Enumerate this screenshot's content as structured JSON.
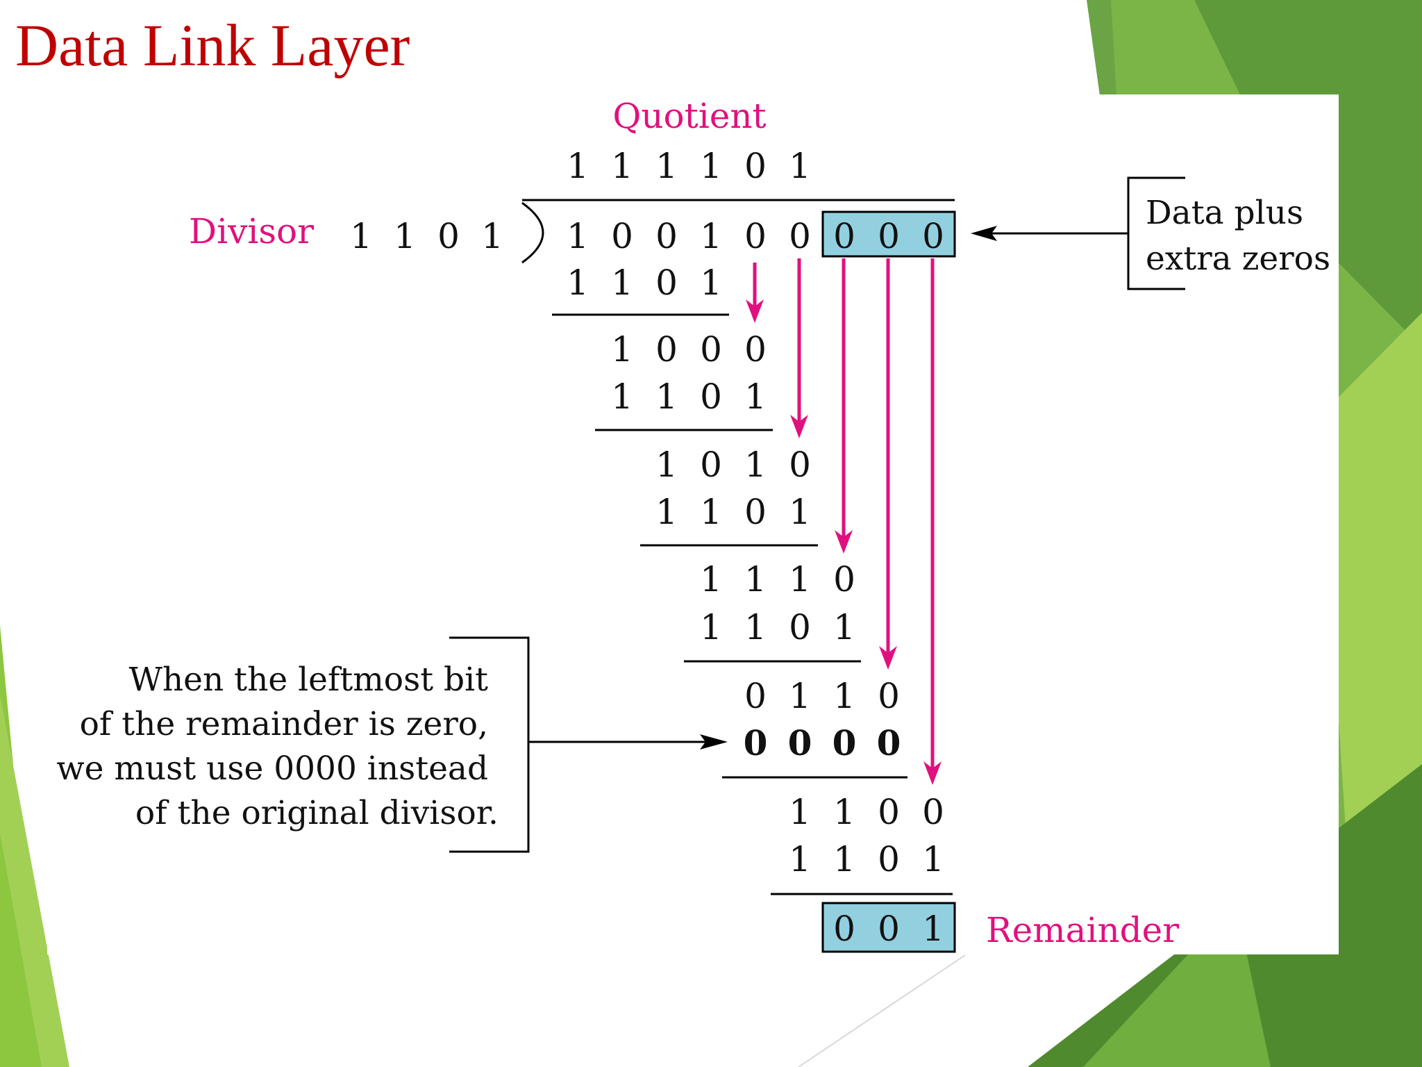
{
  "title": "Data Link Layer",
  "diagram": {
    "quotient_label": "Quotient",
    "quotient_bits": [
      "1",
      "1",
      "1",
      "1",
      "0",
      "1"
    ],
    "divisor_label": "Divisor",
    "divisor_bits": [
      "1",
      "1",
      "0",
      "1"
    ],
    "dividend_bits": [
      "1",
      "0",
      "0",
      "1",
      "0",
      "0"
    ],
    "extra_zero_bits": [
      "0",
      "0",
      "0"
    ],
    "data_note": [
      "Data plus",
      "extra zeros"
    ],
    "steps": [
      {
        "row": [
          "1",
          "1",
          "0",
          "1"
        ],
        "bold": false
      },
      {
        "row": [
          "1",
          "0",
          "0",
          "0"
        ],
        "bold": false
      },
      {
        "row": [
          "1",
          "1",
          "0",
          "1"
        ],
        "bold": false
      },
      {
        "row": [
          "1",
          "0",
          "1",
          "0"
        ],
        "bold": false
      },
      {
        "row": [
          "1",
          "1",
          "0",
          "1"
        ],
        "bold": false
      },
      {
        "row": [
          "1",
          "1",
          "1",
          "0"
        ],
        "bold": false
      },
      {
        "row": [
          "1",
          "1",
          "0",
          "1"
        ],
        "bold": false
      },
      {
        "row": [
          "0",
          "1",
          "1",
          "0"
        ],
        "bold": false
      },
      {
        "row": [
          "0",
          "0",
          "0",
          "0"
        ],
        "bold": true
      },
      {
        "row": [
          "1",
          "1",
          "0",
          "0"
        ],
        "bold": false
      },
      {
        "row": [
          "1",
          "1",
          "0",
          "1"
        ],
        "bold": false
      }
    ],
    "remainder_bits": [
      "0",
      "0",
      "1"
    ],
    "remainder_label": "Remainder",
    "zero_note": [
      "When the leftmost bit",
      "of the remainder is zero,",
      "we must use 0000 instead",
      "of the original divisor."
    ],
    "colors": {
      "accent": "#e0117f",
      "highlight": "#92d0e0",
      "title": "#c00000",
      "green_light": "#8dc63f",
      "green_dark": "#5e9a3a"
    }
  }
}
